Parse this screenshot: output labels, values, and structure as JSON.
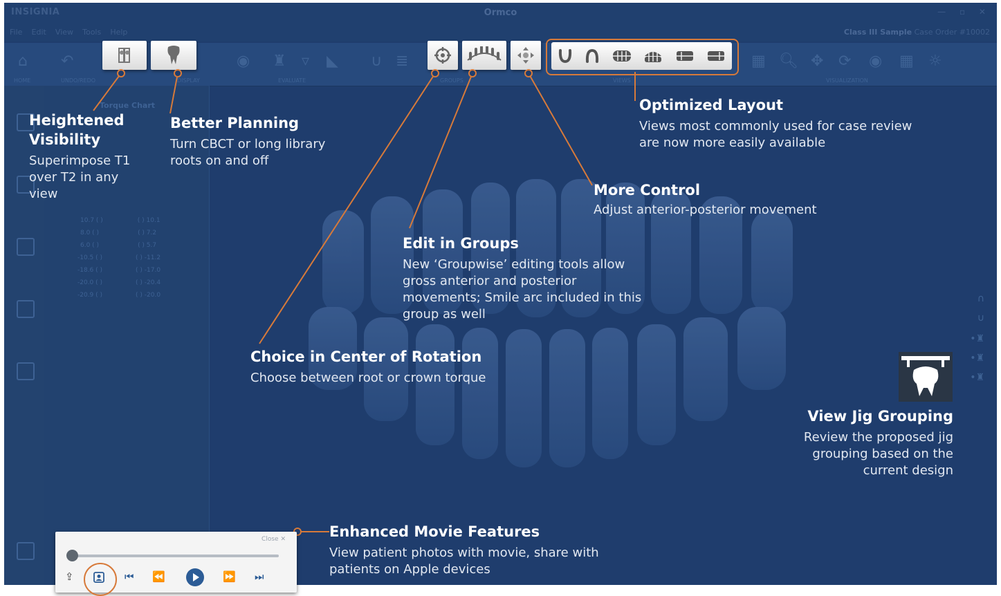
{
  "app": {
    "brand": "INSIGNIA",
    "title": "Ormco",
    "menu": [
      "File",
      "Edit",
      "View",
      "Tools",
      "Help"
    ],
    "case_label": "Class III Sample",
    "case_order": "Case Order #10002"
  },
  "toolbar": {
    "group_labels": [
      "Home",
      "Undo/Redo",
      "Display",
      "Evaluate",
      "Groups",
      "Views",
      "Visualization"
    ]
  },
  "torque_chart": {
    "title": "Torque Chart",
    "rows": [
      [
        "10.7 ( )",
        "( ) 10.1"
      ],
      [
        "8.0 ( )",
        "( ) 7.2"
      ],
      [
        "6.0 ( )",
        "( ) 5.7"
      ],
      [
        "-10.5 ( )",
        "( ) -11.2"
      ],
      [
        "-18.6 ( )",
        "( ) -17.0"
      ],
      [
        "-20.0 ( )",
        "( ) -20.4"
      ],
      [
        "-20.9 ( )",
        "( ) -20.0"
      ]
    ]
  },
  "callouts": {
    "heightened": {
      "title": "Heightened Visibility",
      "desc": "Superimpose T1 over T2 in any view"
    },
    "planning": {
      "title": "Better Planning",
      "desc": "Turn CBCT or long library roots on and off"
    },
    "optimized": {
      "title": "Optimized Layout",
      "desc": "Views most commonly used for case review are now more easily available"
    },
    "control": {
      "title": "More Control",
      "desc": "Adjust anterior-posterior movement"
    },
    "groups": {
      "title": "Edit in Groups",
      "desc": "New ‘Groupwise’ editing tools allow gross anterior and posterior movements; Smile arc included in this group as well"
    },
    "rotation": {
      "title": "Choice in Center of Rotation",
      "desc": "Choose between root or crown torque"
    },
    "jig": {
      "title": "View Jig Grouping",
      "desc": "Review the proposed jig grouping based on the current design"
    },
    "movie": {
      "title": "Enhanced Movie Features",
      "desc": "View patient photos with movie, share with patients on Apple devices"
    }
  },
  "player": {
    "close_label": "Close"
  },
  "colors": {
    "background": "#1f3d6d",
    "accent_orange": "#d77a3a",
    "title_text": "#ffffff"
  }
}
